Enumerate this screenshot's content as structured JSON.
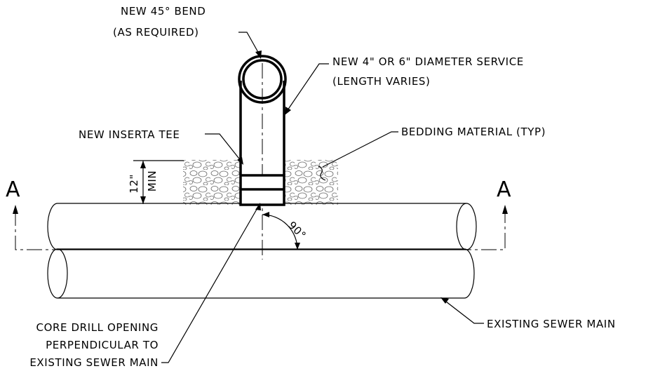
{
  "labels": {
    "bend_line1": "NEW 45° BEND",
    "bend_line2": "(AS REQUIRED)",
    "service_line1": "NEW 4\" OR 6\" DIAMETER SERVICE",
    "service_line2": "(LENGTH VARIES)",
    "tee": "NEW INSERTA TEE",
    "bedding": "BEDDING MATERIAL (TYP)",
    "depth_value": "12\"",
    "depth_min": "MIN",
    "angle": "90°",
    "section_left": "A",
    "section_right": "A",
    "sewer_main": "EXISTING SEWER MAIN",
    "core_line1": "CORE DRILL OPENING",
    "core_line2": "PERPENDICULAR TO",
    "core_line3": "EXISTING SEWER MAIN"
  }
}
